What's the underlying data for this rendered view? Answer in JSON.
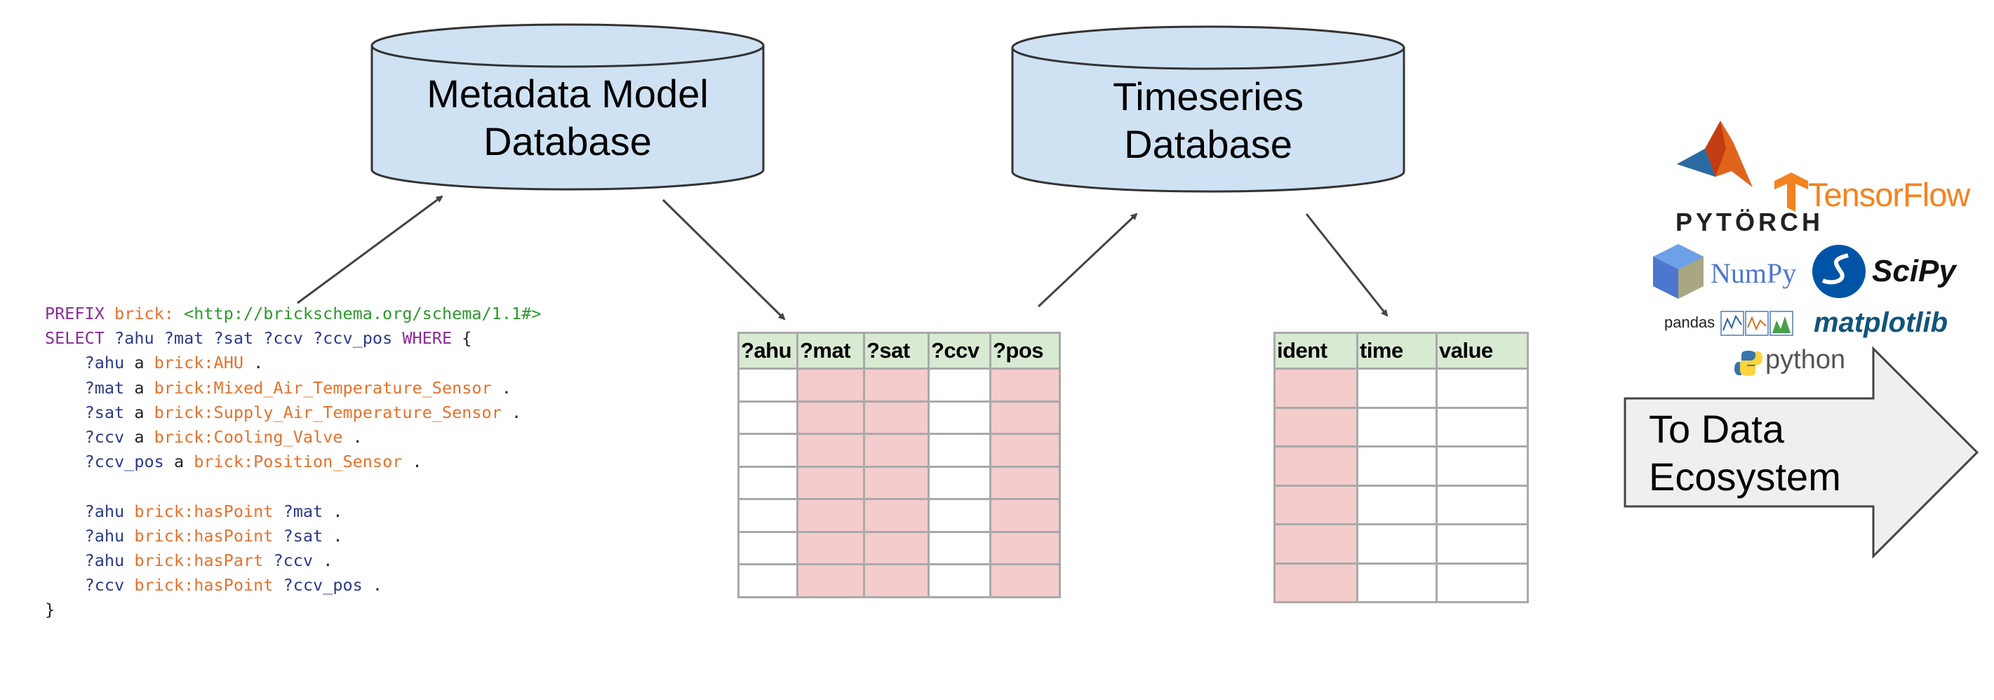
{
  "metadata_db": {
    "line1": "Metadata Model",
    "line2": "Database"
  },
  "timeseries_db": {
    "line1": "Timeseries",
    "line2": "Database"
  },
  "query": {
    "prefix_kw": "PREFIX",
    "prefix_ns": "brick:",
    "prefix_uri": "<http://brickschema.org/schema/1.1#>",
    "select_kw": "SELECT",
    "select_vars": "?ahu ?mat ?sat ?ccv ?ccv_pos",
    "where_kw": "WHERE",
    "open_brace": "{",
    "close_brace": "}",
    "type_triples": [
      {
        "subject": "?ahu",
        "pred": "a",
        "object": "brick:AHU"
      },
      {
        "subject": "?mat",
        "pred": "a",
        "object": "brick:Mixed_Air_Temperature_Sensor"
      },
      {
        "subject": "?sat",
        "pred": "a",
        "object": "brick:Supply_Air_Temperature_Sensor"
      },
      {
        "subject": "?ccv",
        "pred": "a",
        "object": "brick:Cooling_Valve"
      },
      {
        "subject": "?ccv_pos",
        "pred": "a",
        "object": "brick:Position_Sensor"
      }
    ],
    "rel_triples": [
      {
        "subject": "?ahu",
        "pred": "brick:hasPoint",
        "object": "?mat"
      },
      {
        "subject": "?ahu",
        "pred": "brick:hasPoint",
        "object": "?sat"
      },
      {
        "subject": "?ahu",
        "pred": "brick:hasPart",
        "object": "?ccv"
      },
      {
        "subject": "?ccv",
        "pred": "brick:hasPoint",
        "object": "?ccv_pos"
      }
    ],
    "dot": "."
  },
  "result_table": {
    "headers": [
      "?ahu",
      "?mat",
      "?sat",
      "?ccv",
      "?pos"
    ],
    "highlighted_columns": [
      false,
      true,
      true,
      false,
      true
    ],
    "row_count": 7
  },
  "timeseries_table": {
    "headers": [
      "ident",
      "time",
      "value"
    ],
    "highlighted_columns": [
      true,
      false,
      false
    ],
    "row_count": 6
  },
  "ecosystem": {
    "arrow_line1": "To Data",
    "arrow_line2": "Ecosystem",
    "logos": {
      "tensorflow": "TensorFlow",
      "pytorch": "PYTÖRCH",
      "numpy": "NumPy",
      "scipy": "SciPy",
      "pandas": "pandas",
      "matplotlib": "matplotlib",
      "python": "python"
    }
  },
  "colors": {
    "db_fill": "#cfe2f3",
    "header_fill": "#d9ead3",
    "highlight_fill": "#f4cccc",
    "grid_line": "#a9a9a9"
  }
}
